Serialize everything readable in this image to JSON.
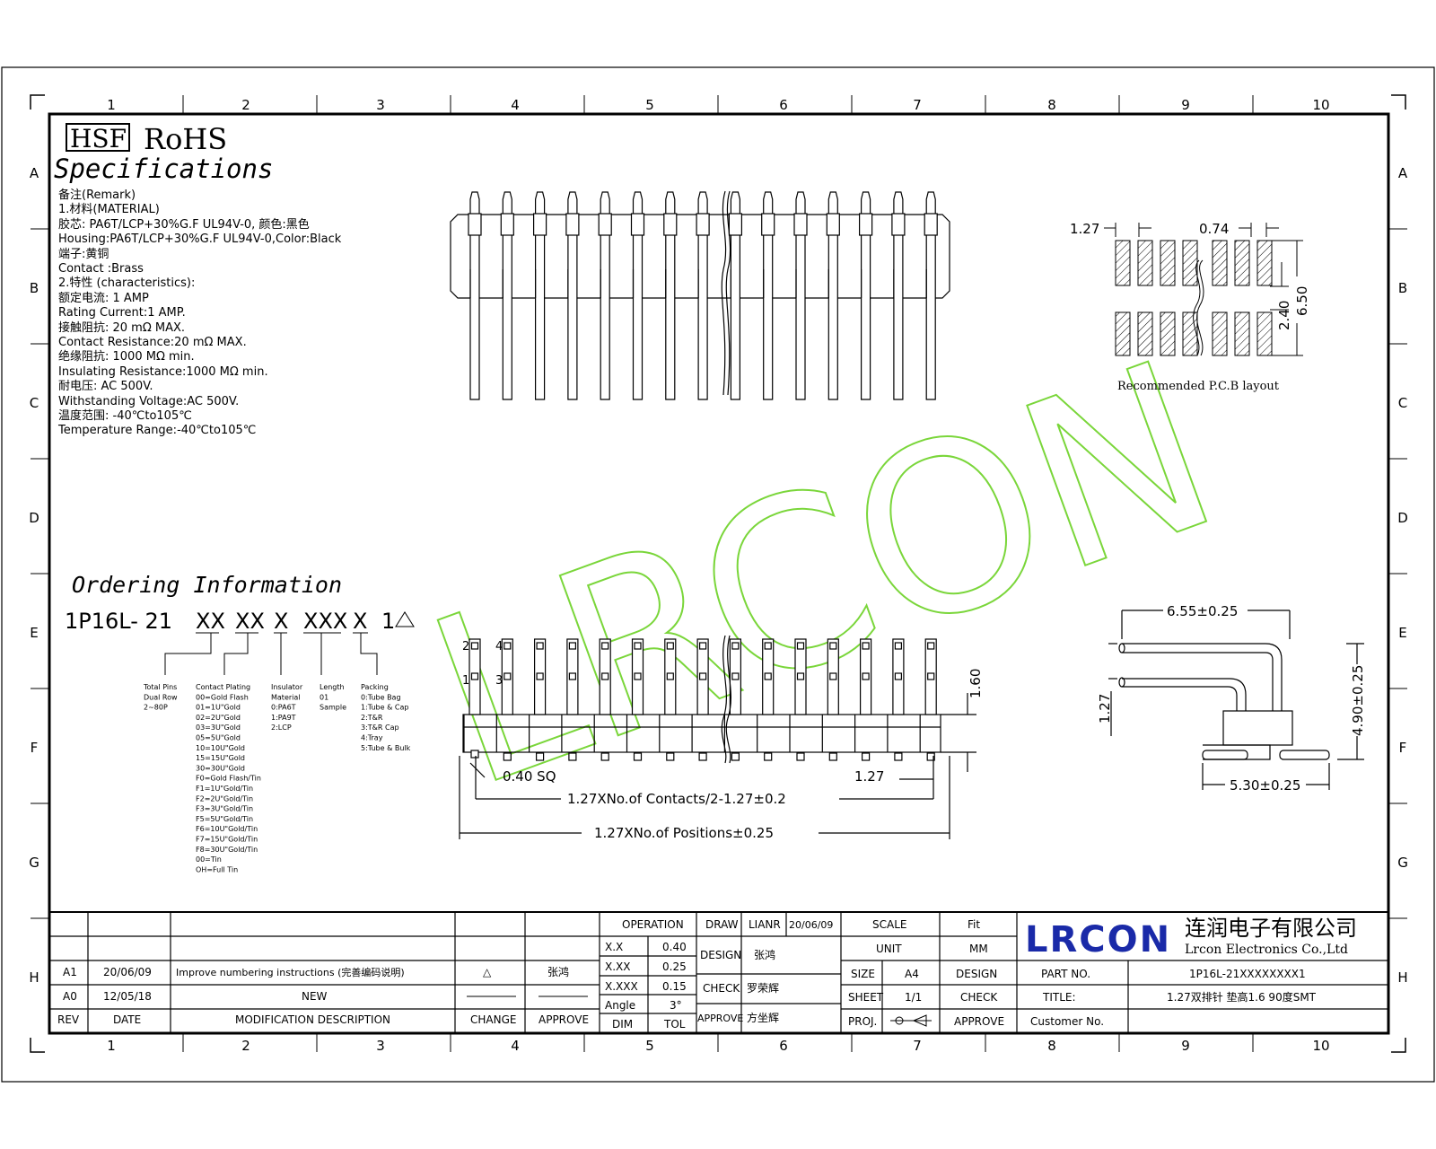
{
  "header": {
    "hsf": "HSF",
    "rohs": "RoHS",
    "specs_title": "Specifications"
  },
  "grid": {
    "columns": [
      "1",
      "2",
      "3",
      "4",
      "5",
      "6",
      "7",
      "8",
      "9",
      "10"
    ],
    "rows": [
      "A",
      "B",
      "C",
      "D",
      "E",
      "F",
      "G",
      "H"
    ]
  },
  "specs": [
    "备注(Remark)",
    "1.材料(MATERIAL)",
    "胶芯: PA6T/LCP+30%G.F UL94V-0, 颜色:黑色",
    "Housing:PA6T/LCP+30%G.F UL94V-0,Color:Black",
    "端子:黄铜",
    "Contact :Brass",
    "2.特性 (characteristics):",
    "额定电流: 1 AMP",
    "Rating Current:1 AMP.",
    "接触阻抗: 20 mΩ MAX.",
    "Contact Resistance:20 mΩ MAX.",
    "绝缘阻抗: 1000 MΩ min.",
    "Insulating Resistance:1000 MΩ min.",
    "耐电压: AC 500V.",
    "Withstanding Voltage:AC 500V.",
    "温度范围: -40℃to105℃",
    "Temperature Range:-40℃to105℃"
  ],
  "ordering": {
    "title": "Ordering Information",
    "code": [
      "1P16L- 21",
      "XX",
      "XX",
      "X",
      "XXX",
      "X",
      "1"
    ],
    "note1": [
      "Total Pins",
      "Dual Row",
      "2~80P"
    ],
    "note2": [
      "Contact Plating",
      "00=Gold Flash",
      "01=1U\"Gold",
      "02=2U\"Gold",
      "03=3U\"Gold",
      "05=5U\"Gold",
      "10=10U\"Gold",
      "15=15U\"Gold",
      "30=30U\"Gold",
      "F0=Gold Flash/Tin",
      "F1=1U\"Gold/Tin",
      "F2=2U\"Gold/Tin",
      "F3=3U\"Gold/Tin",
      "F5=5U\"Gold/Tin",
      "F6=10U\"Gold/Tin",
      "F7=15U\"Gold/Tin",
      "F8=30U\"Gold/Tin",
      "00=Tin",
      "OH=Full Tin"
    ],
    "note3": [
      "Insulator",
      "Material",
      "0:PA6T",
      "1:PA9T",
      "2:LCP"
    ],
    "note4": [
      "Length",
      "01",
      "Sample"
    ],
    "note5": [
      "Packing",
      "0:Tube Bag",
      "1:Tube & Cap",
      "2:T&R",
      "3:T&R Cap",
      "4:Tray",
      "5:Tube & Bulk"
    ]
  },
  "pcb": {
    "d_pitch": "1.27",
    "d_pad": "0.74",
    "d_gap": "2.40",
    "d_total": "6.50",
    "caption": "Recommended P.C.B layout"
  },
  "front": {
    "label_2": "2",
    "label_4": "4",
    "label_1": "1",
    "label_3": "3",
    "d_height": "1.60",
    "d_sq": "0.40 SQ",
    "d_pitch": "1.27",
    "d_contacts": "1.27XNo.of Contacts/2-1.27±0.2",
    "d_positions": "1.27XNo.of Positions±0.25"
  },
  "side": {
    "d_length": "6.55±0.25",
    "d_pitch": "1.27",
    "d_height": "4.90±0.25",
    "d_base": "5.30±0.25"
  },
  "watermark": "LRCON",
  "titleblock": {
    "rev_rows": [
      {
        "rev": "A1",
        "date": "20/06/09",
        "desc": "Improve numbering instructions (完善编码说明)",
        "change": "△",
        "approve": "张鸿"
      },
      {
        "rev": "A0",
        "date": "12/05/18",
        "desc": "NEW",
        "change": "",
        "approve": ""
      }
    ],
    "rev_header": {
      "rev": "REV",
      "date": "DATE",
      "desc": "MODIFICATION DESCRIPTION",
      "change": "CHANGE",
      "approve": "APPROVE"
    },
    "operation": "OPERATION",
    "tol_rows": [
      {
        "k": "X.X",
        "v": "0.40"
      },
      {
        "k": "X.XX",
        "v": "0.25"
      },
      {
        "k": "X.XXX",
        "v": "0.15"
      },
      {
        "k": "Angle",
        "v": "3°"
      }
    ],
    "dim": "DIM",
    "tol": "TOL",
    "draw": "DRAW",
    "draw_name": "LIANR",
    "draw_date": "20/06/09",
    "design": "DESIGN",
    "design_name": "张鸿",
    "check": "CHECK",
    "check_name": "罗荣辉",
    "approve": "APPROVE",
    "approve_name": "方坐辉",
    "scale": "SCALE",
    "scale_val": "Fit",
    "unit": "UNIT",
    "unit_val": "MM",
    "size": "SIZE",
    "size_val": "A4",
    "design2": "DESIGN",
    "sheet": "SHEET",
    "sheet_val": "1/1",
    "check2": "CHECK",
    "proj": "PROJ.",
    "approve2": "APPROVE",
    "company_logo": "LRCON",
    "company_cn": "连润电子有限公司",
    "company_en": "Lrcon Electronics Co.,Ltd",
    "part_no_label": "PART NO.",
    "part_no": "1P16L-21XXXXXXXX1",
    "title_label": "TITLE:",
    "title": "1.27双排针 垫高1.6 90度SMT",
    "customer_label": "Customer No."
  },
  "colors": {
    "watermark": "#7ad63a",
    "logo": "#1a2aa8",
    "line": "#000000"
  }
}
